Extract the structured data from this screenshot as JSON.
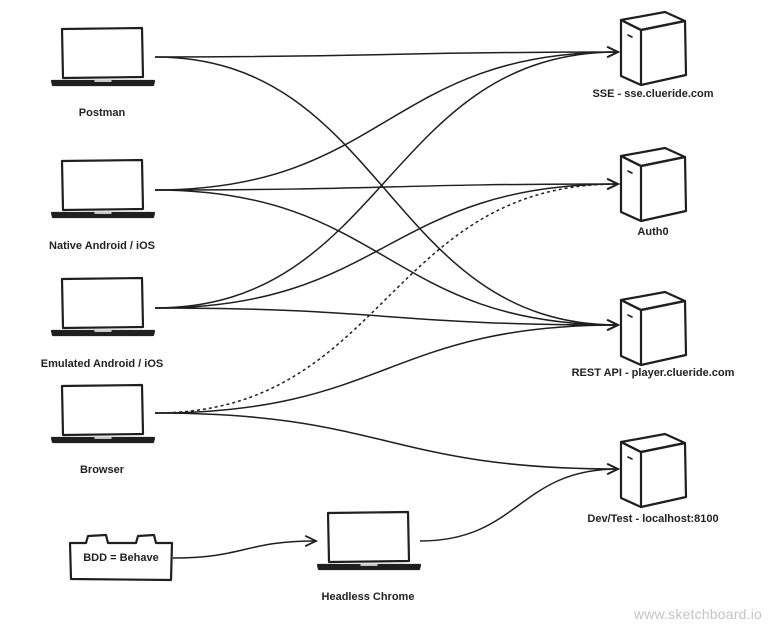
{
  "clients": [
    {
      "id": "postman",
      "label": "Postman"
    },
    {
      "id": "native",
      "label": "Native Android / iOS"
    },
    {
      "id": "emulated",
      "label": "Emulated Android / iOS"
    },
    {
      "id": "browser",
      "label": "Browser"
    },
    {
      "id": "headless",
      "label": "Headless Chrome"
    }
  ],
  "servers": [
    {
      "id": "sse",
      "label": "SSE - sse.clueride.com"
    },
    {
      "id": "auth0",
      "label": "Auth0"
    },
    {
      "id": "rest",
      "label": "REST API - player.clueride.com"
    },
    {
      "id": "devtest",
      "label": "Dev/Test - localhost:8100"
    }
  ],
  "bdd": {
    "label": "BDD = Behave"
  },
  "edges": [
    {
      "from": "postman",
      "to": "sse",
      "style": "solid"
    },
    {
      "from": "postman",
      "to": "rest",
      "style": "solid"
    },
    {
      "from": "native",
      "to": "sse",
      "style": "solid"
    },
    {
      "from": "native",
      "to": "auth0",
      "style": "solid"
    },
    {
      "from": "native",
      "to": "rest",
      "style": "solid"
    },
    {
      "from": "emulated",
      "to": "sse",
      "style": "solid"
    },
    {
      "from": "emulated",
      "to": "auth0",
      "style": "solid"
    },
    {
      "from": "emulated",
      "to": "rest",
      "style": "solid"
    },
    {
      "from": "browser",
      "to": "auth0",
      "style": "dashed"
    },
    {
      "from": "browser",
      "to": "rest",
      "style": "solid"
    },
    {
      "from": "browser",
      "to": "devtest",
      "style": "solid"
    },
    {
      "from": "bdd",
      "to": "headless",
      "style": "solid"
    },
    {
      "from": "headless",
      "to": "devtest",
      "style": "solid"
    }
  ],
  "watermark": "www.sketchboard.io"
}
